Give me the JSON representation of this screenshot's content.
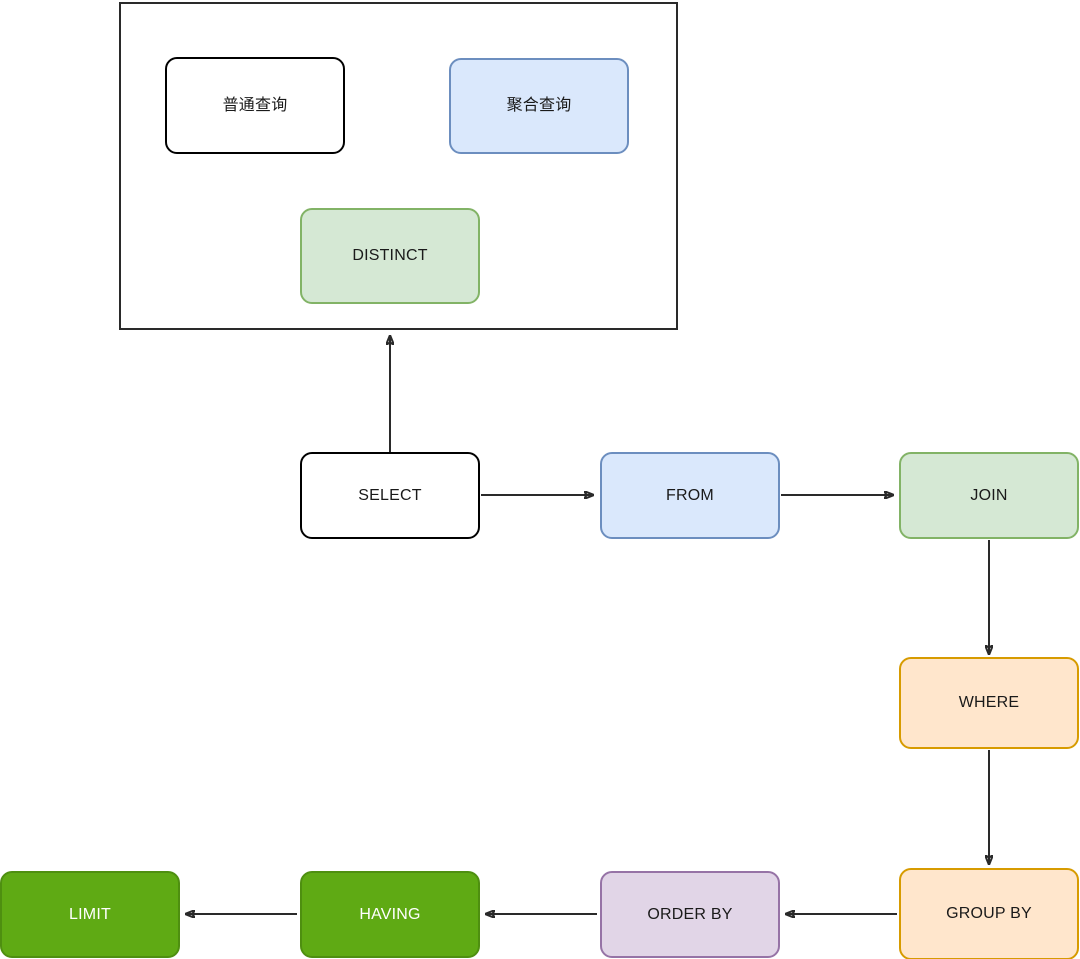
{
  "diagram": {
    "title": "SQL Execution Order Flowchart",
    "background": "#ffffff",
    "edge_color": "#2a2a2a"
  },
  "group_box": {
    "name": "select-detail-group",
    "border_color": "#2a2a2a",
    "fill": "#ffffff"
  },
  "nodes": {
    "ordinary_query": {
      "label": "普通查询",
      "fill": "#ffffff",
      "stroke": "#000000",
      "text_color": "#1a1a1a"
    },
    "aggregate_query": {
      "label": "聚合查询",
      "fill": "#dae8fc",
      "stroke": "#6c8ebf",
      "text_color": "#1a1a1a"
    },
    "distinct": {
      "label": "DISTINCT",
      "fill": "#d5e8d4",
      "stroke": "#82b366",
      "text_color": "#1a1a1a"
    },
    "select": {
      "label": "SELECT",
      "fill": "#ffffff",
      "stroke": "#000000",
      "text_color": "#1a1a1a"
    },
    "from": {
      "label": "FROM",
      "fill": "#dae8fc",
      "stroke": "#6c8ebf",
      "text_color": "#1a1a1a"
    },
    "join": {
      "label": "JOIN",
      "fill": "#d5e8d4",
      "stroke": "#82b366",
      "text_color": "#1a1a1a"
    },
    "where": {
      "label": "WHERE",
      "fill": "#ffe6cc",
      "stroke": "#d79b00",
      "text_color": "#1a1a1a"
    },
    "group_by": {
      "label": "GROUP BY",
      "fill": "#ffe6cc",
      "stroke": "#d79b00",
      "text_color": "#1a1a1a"
    },
    "order_by": {
      "label": "ORDER BY",
      "fill": "#e1d5e7",
      "stroke": "#9673a6",
      "text_color": "#1a1a1a"
    },
    "having": {
      "label": "HAVING",
      "fill": "#5faa14",
      "stroke": "#4e8f10",
      "text_color": "#ffffff"
    },
    "limit": {
      "label": "LIMIT",
      "fill": "#5faa14",
      "stroke": "#4e8f10",
      "text_color": "#ffffff"
    }
  },
  "edges": [
    {
      "from": "select",
      "to": "select-detail-group",
      "direction": "up"
    },
    {
      "from": "select",
      "to": "from",
      "direction": "right"
    },
    {
      "from": "from",
      "to": "join",
      "direction": "right"
    },
    {
      "from": "join",
      "to": "where",
      "direction": "down"
    },
    {
      "from": "where",
      "to": "group_by",
      "direction": "down"
    },
    {
      "from": "group_by",
      "to": "order_by",
      "direction": "left"
    },
    {
      "from": "order_by",
      "to": "having",
      "direction": "left"
    },
    {
      "from": "having",
      "to": "limit",
      "direction": "left"
    }
  ]
}
